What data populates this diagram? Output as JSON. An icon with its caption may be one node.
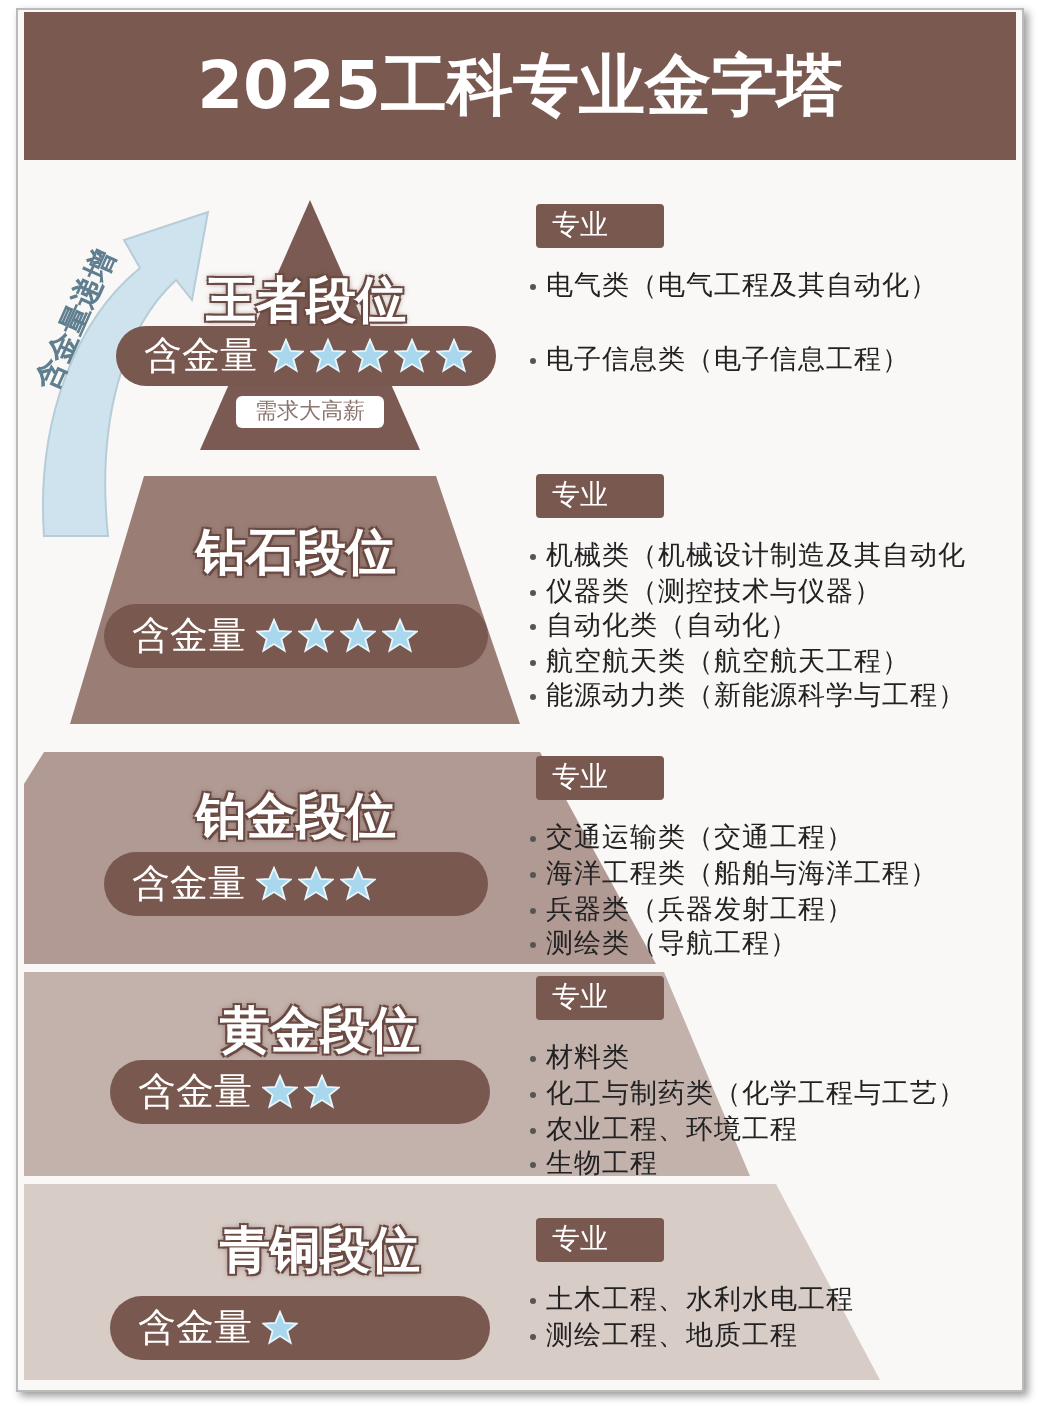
{
  "diagram": {
    "title": "2025工科专业金字塔",
    "nodes": [
      {
        "text": [
          "王者段位",
          "含金量"
        ]
      },
      {
        "text": [
          "需求大高薪"
        ],
        "in": 0
      },
      {
        "text": [
          "专业"
        ]
      },
      {
        "text": [
          "钻石段位",
          "含金量"
        ]
      },
      {
        "text": [
          "专业"
        ]
      },
      {
        "text": [
          "铂金段位",
          "含金量"
        ]
      },
      {
        "text": [
          "专业"
        ]
      },
      {
        "text": [
          "黄金段位",
          "含金量"
        ]
      },
      {
        "text": [
          "专业"
        ],
        "in": 7
      },
      {
        "text": [
          "青铜段位",
          "含金量"
        ]
      },
      {
        "text": [
          "专业"
        ],
        "in": 9
      }
    ],
    "labels": [
      "含金量递增",
      "电气类（电气工程及其自动化）",
      "电子信息类（电子信息工程）",
      "机械类（机械设计制造及其自动化",
      "仪器类（测控技术与仪器）",
      "自动化类（自动化）",
      "航空航天类（航空航天工程）",
      "能源动力类（新能源科学与工程）",
      "交通运输类（交通工程）",
      "海洋工程类（船舶与海洋工程）",
      "兵器类（兵器发射工程）",
      "测绘类（导航工程）",
      "材料类",
      "化工与制药类（化学工程与工艺）",
      "农业工程、环境工程",
      "生物工程",
      "土木工程、水利水电工程",
      "测绘工程、地质工程"
    ]
  }
}
